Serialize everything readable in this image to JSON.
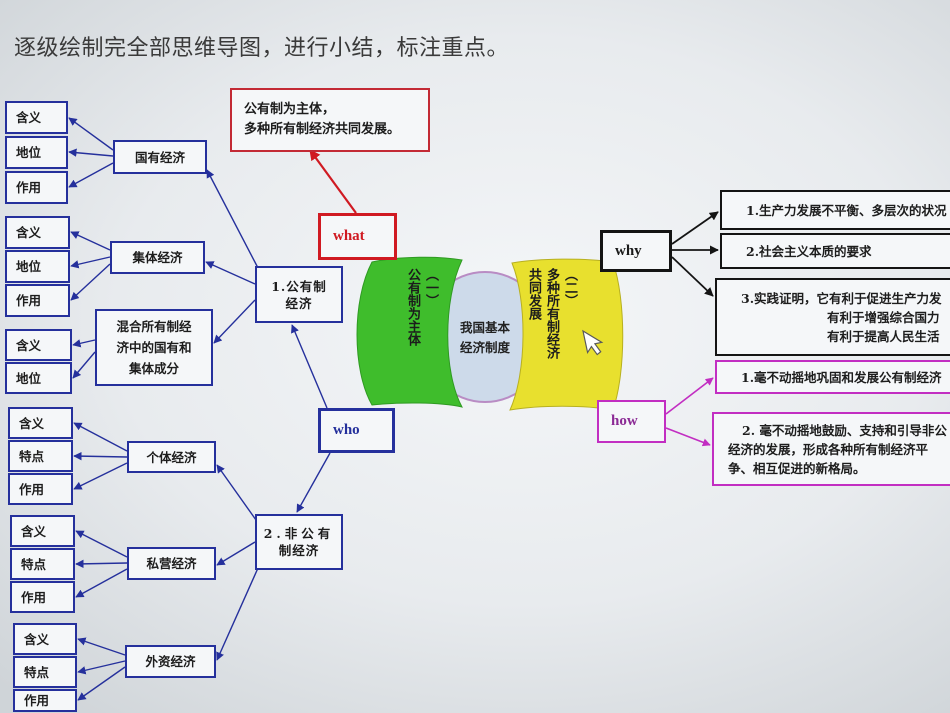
{
  "title": "逐级绘制完全部思维导图，进行小结，标注重点。",
  "colors": {
    "structure_blue": "#25309c",
    "what_red": "#d01a22",
    "why_black": "#141414",
    "how_magenta": "#c22ec2",
    "left_banner_green": "#3fbd2c",
    "right_banner_yellow": "#e8e02e",
    "core_circle_fill": "#cddaea",
    "core_circle_stroke": "#b98cc4"
  },
  "core": {
    "label_lines": [
      "我国基本",
      "经济制度"
    ],
    "left_banner_lines": [
      "（一）",
      "公有制为主体"
    ],
    "right_banner_lines": [
      "（二）",
      "多种所有制经济",
      "共同发展"
    ]
  },
  "what": {
    "label": "what",
    "answer_lines": [
      "公有制为主体，",
      "多种所有制经济共同发展。"
    ]
  },
  "who": {
    "label": "who"
  },
  "why": {
    "label": "why",
    "reasons": [
      {
        "lines": [
          "1.生产力发展不平衡、多层次的状况"
        ]
      },
      {
        "lines": [
          "2.社会主义本质的要求"
        ]
      },
      {
        "lines": [
          "3.实践证明，它有利于促进生产力发",
          "有利于增强综合国力",
          "有利于提高人民生活"
        ]
      }
    ]
  },
  "how": {
    "label": "how",
    "measures": [
      {
        "lines": [
          "1.毫不动摇地巩固和发展公有制经济"
        ]
      },
      {
        "lines": [
          "2. 毫不动摇地鼓励、支持和引导非公",
          "经济的发展，形成各种所有制经济平",
          "争、相互促进的新格局。"
        ]
      }
    ]
  },
  "public_economy": {
    "label_lines": [
      "1.公有制",
      "经济"
    ],
    "branches": [
      {
        "label_lines": [
          "国有经济"
        ],
        "leaves": [
          "含义",
          "地位",
          "作用"
        ]
      },
      {
        "label_lines": [
          "集体经济"
        ],
        "leaves": [
          "含义",
          "地位",
          "作用"
        ]
      },
      {
        "label_lines": [
          "混合所有制经",
          "济中的国有和",
          "集体成分"
        ],
        "leaves": [
          "含义",
          "地位"
        ]
      }
    ]
  },
  "non_public_economy": {
    "label_lines": [
      "2.非公有",
      "制经济"
    ],
    "branches": [
      {
        "label_lines": [
          "个体经济"
        ],
        "leaves": [
          "含义",
          "特点",
          "作用"
        ]
      },
      {
        "label_lines": [
          "私营经济"
        ],
        "leaves": [
          "含义",
          "特点",
          "作用"
        ]
      },
      {
        "label_lines": [
          "外资经济"
        ],
        "leaves": [
          "含义",
          "特点",
          "作用"
        ]
      }
    ]
  }
}
